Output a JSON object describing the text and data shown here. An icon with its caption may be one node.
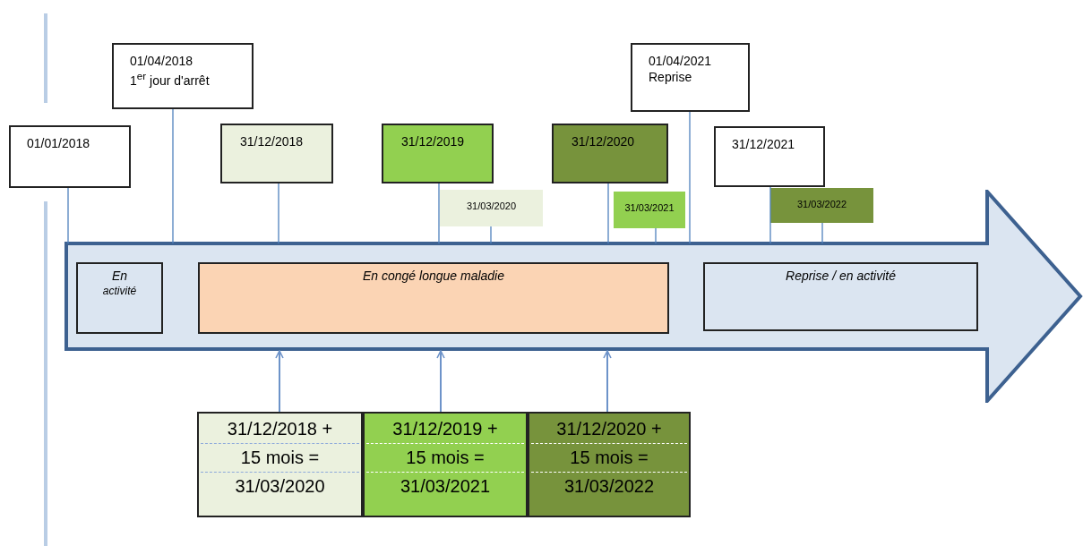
{
  "diagram": {
    "nodes": [
      {
        "text": [
          "01/01/2018"
        ]
      },
      {
        "text": [
          "01/04/2018",
          "1$^{er}$ jour d'arrêt"
        ]
      },
      {
        "text": [
          "31/12/2018"
        ]
      },
      {
        "text": [
          "31/12/2019"
        ]
      },
      {
        "text": [
          "31/03/2020"
        ]
      },
      {
        "text": [
          "31/12/2020"
        ]
      },
      {
        "text": [
          "31/03/2021"
        ]
      },
      {
        "text": [
          "01/04/2021",
          "Reprise"
        ]
      },
      {
        "text": [
          "31/12/2021"
        ]
      },
      {
        "text": [
          "31/03/2022"
        ]
      },
      {
        "text": [],
        "shape": "arrow"
      },
      {
        "text": [
          "En",
          "activité"
        ],
        "in": 10
      },
      {
        "text": [
          "En congé longue maladie"
        ],
        "in": 10
      },
      {
        "text": [
          "Reprise / en activité"
        ],
        "in": 10
      },
      {
        "text": [
          "31/12/2018 + 15 mois = 31/03/2020"
        ]
      },
      {
        "text": [
          "31/12/2019 + 15 mois = 31/03/2021"
        ]
      },
      {
        "text": [
          "31/12/2020 + 15 mois = 31/03/2022"
        ]
      }
    ],
    "edges": [
      {
        "from": 0,
        "to": 10,
        "arrow": "none"
      },
      {
        "from": 1,
        "to": 10,
        "arrow": "none"
      },
      {
        "from": 2,
        "to": 10,
        "arrow": "none"
      },
      {
        "from": 3,
        "to": 10,
        "arrow": "none"
      },
      {
        "from": 4,
        "to": 10,
        "arrow": "none"
      },
      {
        "from": 5,
        "to": 10,
        "arrow": "none"
      },
      {
        "from": 6,
        "to": 10,
        "arrow": "none"
      },
      {
        "from": 7,
        "to": 10,
        "arrow": "none"
      },
      {
        "from": 8,
        "to": 10,
        "arrow": "none"
      },
      {
        "from": 9,
        "to": 10,
        "arrow": "none"
      },
      {
        "from": 14,
        "to": 10,
        "arrow": "to"
      },
      {
        "from": 15,
        "to": 10,
        "arrow": "to"
      },
      {
        "from": 16,
        "to": 10,
        "arrow": "to"
      }
    ]
  }
}
